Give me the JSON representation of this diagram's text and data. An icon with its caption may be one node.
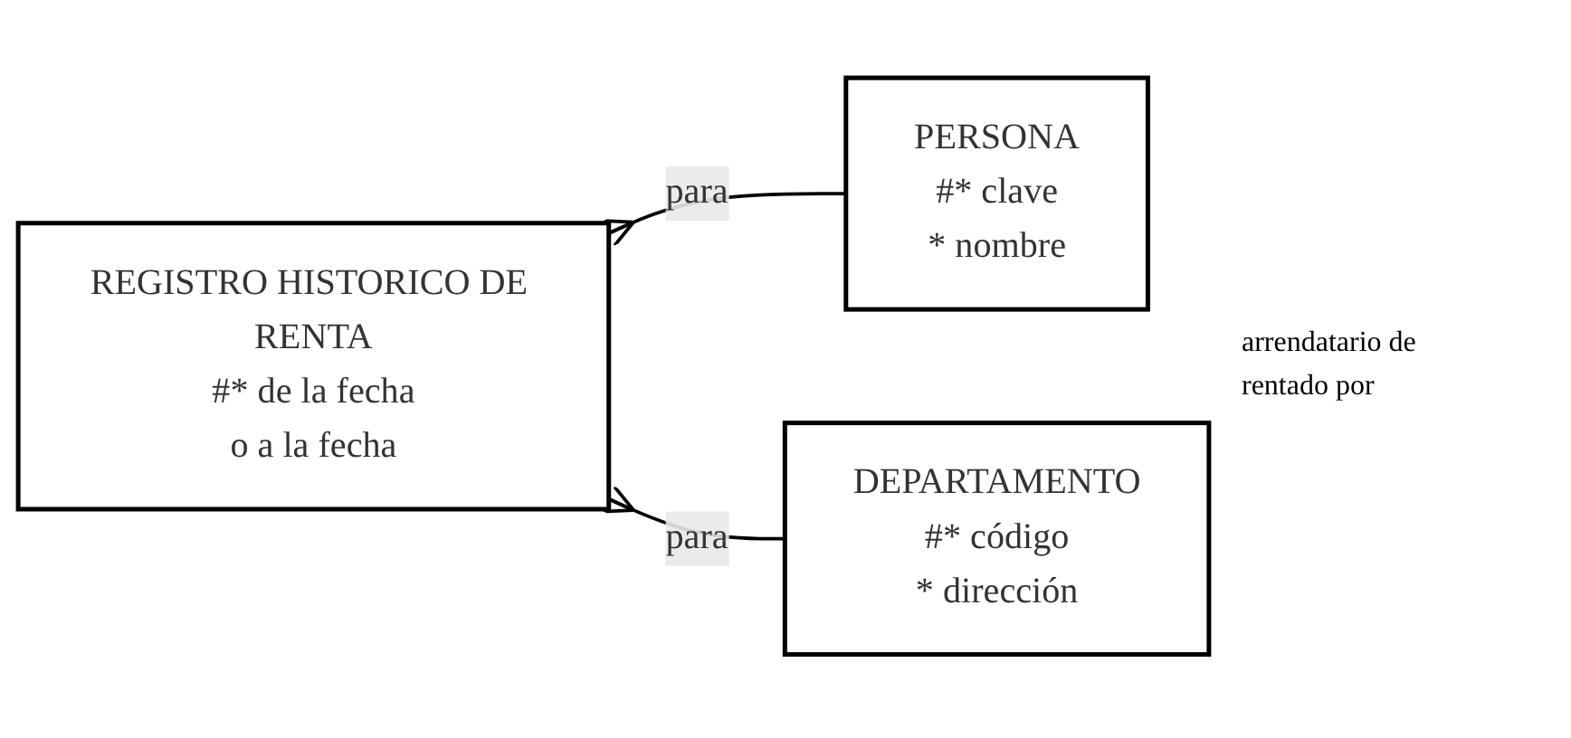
{
  "diagram": {
    "nodes": [
      {
        "text": [
          "REGISTRO HISTORICO DE RENTA",
          "#* de la fecha",
          "o a la fecha"
        ]
      },
      {
        "text": [
          "PERSONA",
          "#* clave",
          "* nombre"
        ]
      },
      {
        "text": [
          "DEPARTAMENTO",
          "#* código",
          "* dirección"
        ]
      }
    ],
    "edges": [
      {
        "from": 0,
        "to": 1,
        "arrow": "other",
        "label": "para"
      },
      {
        "from": 0,
        "to": 2,
        "arrow": "other",
        "label": "para"
      }
    ],
    "labels": [
      "arrendatario de",
      "rentado por"
    ]
  }
}
